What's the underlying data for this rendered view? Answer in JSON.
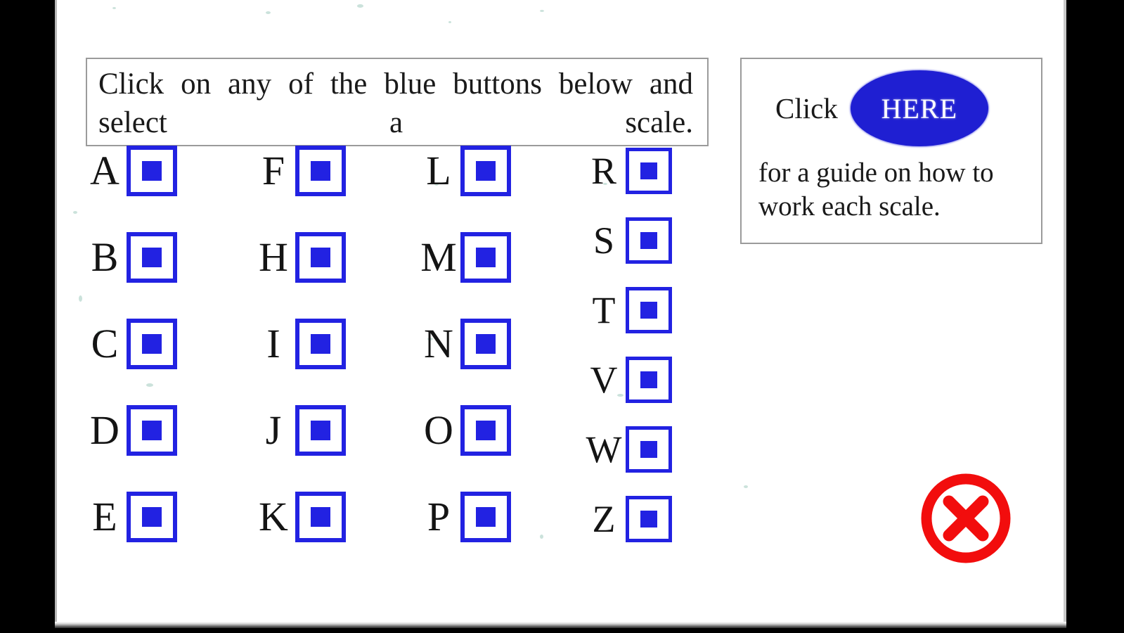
{
  "instructions": {
    "text": "Click on any of the blue buttons below and select a scale."
  },
  "guide": {
    "click_label": "Click",
    "here_label": "HERE",
    "caption": "for a guide on how to work each scale."
  },
  "colors": {
    "button_blue": "#2222e2",
    "here_blue": "#1f1fd2",
    "close_red": "#f20d0d",
    "box_border": "#9b9b9b",
    "page_background": "#ffffff",
    "letterbox": "#000000"
  },
  "scale_grid": {
    "columns": [
      {
        "name": "column-1",
        "letters": [
          "A",
          "B",
          "C",
          "D",
          "E"
        ]
      },
      {
        "name": "column-2",
        "letters": [
          "F",
          "H",
          "I",
          "J",
          "K"
        ]
      },
      {
        "name": "column-3",
        "letters": [
          "L",
          "M",
          "N",
          "O",
          "P"
        ]
      },
      {
        "name": "column-4",
        "letters": [
          "R",
          "S",
          "T",
          "V",
          "W",
          "Z"
        ]
      }
    ]
  },
  "close_badge": {
    "icon": "circle-x-icon"
  }
}
